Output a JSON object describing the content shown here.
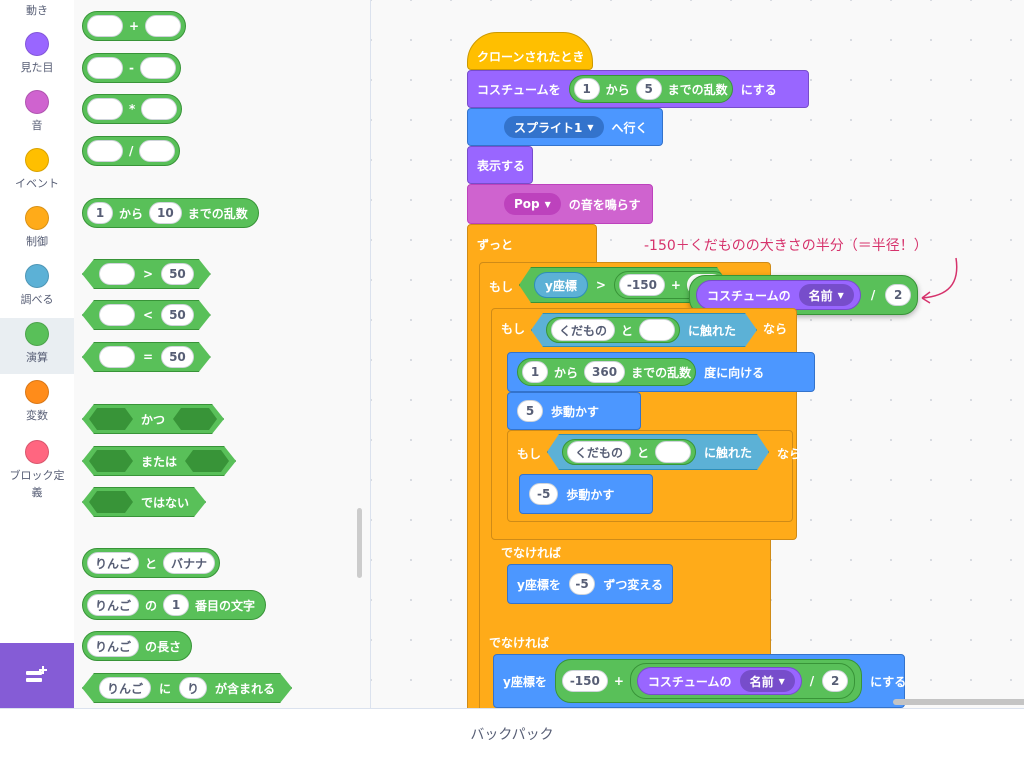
{
  "categories": [
    {
      "label": "動き",
      "color": "#4c97ff"
    },
    {
      "label": "見た目",
      "color": "#9966ff"
    },
    {
      "label": "音",
      "color": "#cf63cf"
    },
    {
      "label": "イベント",
      "color": "#ffbf00"
    },
    {
      "label": "制御",
      "color": "#ffab19"
    },
    {
      "label": "調べる",
      "color": "#5cb1d6"
    },
    {
      "label": "演算",
      "color": "#59c059"
    },
    {
      "label": "変数",
      "color": "#ff8c1a"
    },
    {
      "label": "ブロック定",
      "color": "#ff6680"
    }
  ],
  "category_label_extra": "義",
  "palette": {
    "add_op": "+",
    "sub_op": "-",
    "mul_op": "*",
    "div_op": "/",
    "random": {
      "from": "1",
      "from_label": "から",
      "to": "10",
      "to_label": "までの乱数"
    },
    "gt": {
      "op": ">",
      "val": "50"
    },
    "lt": {
      "op": "<",
      "val": "50"
    },
    "eq": {
      "op": "=",
      "val": "50"
    },
    "and_label": "かつ",
    "or_label": "または",
    "not_label": "ではない",
    "join": {
      "a": "りんご",
      "label": "と",
      "b": "バナナ"
    },
    "letter": {
      "word": "りんご",
      "label1": "の",
      "index": "1",
      "label2": "番目の文字"
    },
    "length": {
      "word": "りんご",
      "label": "の長さ"
    },
    "contains": {
      "word": "りんご",
      "label1": "に",
      "letter": "り",
      "label2": "が含まれる"
    }
  },
  "script": {
    "hat": "クローンされたとき",
    "costume": {
      "label1": "コスチュームを",
      "from": "1",
      "from_label": "から",
      "to": "5",
      "to_label": "までの乱数",
      "label2": "にする"
    },
    "goto": {
      "target": "スプライト1",
      "label": "へ行く"
    },
    "show": "表示する",
    "sound": {
      "name": "Pop",
      "label": "の音を鳴らす"
    },
    "forever": "ずっと",
    "if1": {
      "label": "もし",
      "reporter": "y座標",
      "op": ">",
      "val": "-150",
      "plus": "+"
    },
    "div_block": {
      "label": "コスチュームの",
      "dd": "名前",
      "op": "/",
      "val": "2"
    },
    "if2": {
      "label": "もし",
      "sensor_a": "くだもの",
      "sensor_and": "と",
      "sensor_label": "に触れた",
      "then": "なら"
    },
    "point": {
      "from": "1",
      "from_label": "から",
      "to": "360",
      "to_label": "までの乱数",
      "label": "度に向ける"
    },
    "move1": {
      "val": "5",
      "label": "歩動かす"
    },
    "if3": {
      "label": "もし",
      "sensor_a": "くだもの",
      "sensor_and": "と",
      "sensor_label": "に触れた",
      "then": "なら"
    },
    "move2": {
      "val": "-5",
      "label": "歩動かす"
    },
    "else1": "でなければ",
    "changey": {
      "label1": "y座標を",
      "val": "-5",
      "label2": "ずつ変える"
    },
    "else2": "でなければ",
    "sety": {
      "label1": "y座標を",
      "val": "-150",
      "plus": "+",
      "costume_label": "コスチュームの",
      "dd": "名前",
      "op": "/",
      "div": "2",
      "label2": "にする"
    }
  },
  "annotation": "-150＋くだものの大きさの半分（＝半径！）",
  "backpack": "バックパック"
}
